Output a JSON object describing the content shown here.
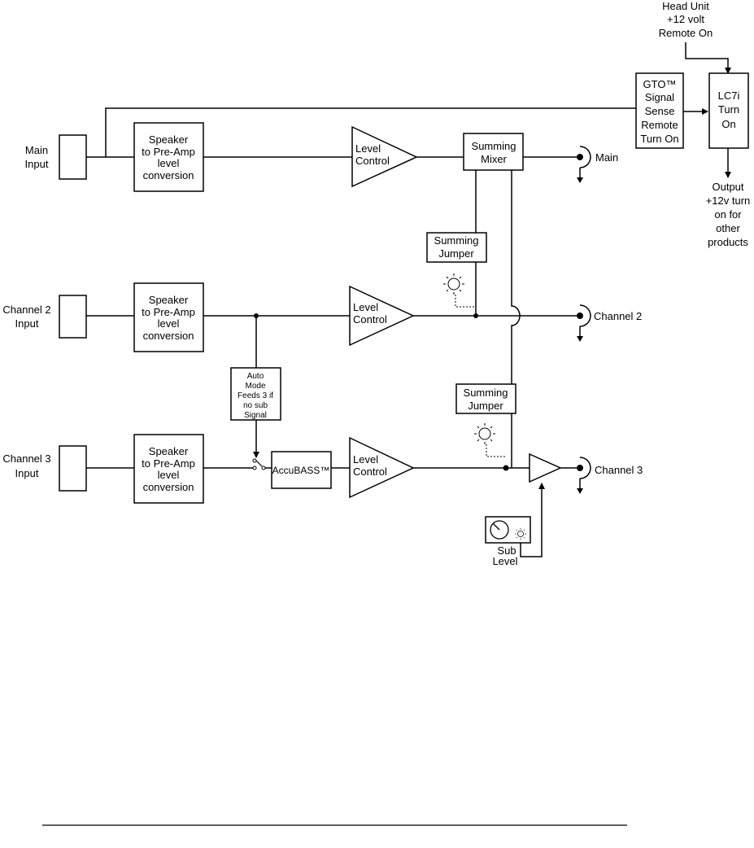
{
  "head_unit": {
    "lines": [
      "Head Unit",
      "+12 volt",
      "Remote On"
    ]
  },
  "gto_box": {
    "lines": [
      "GTO™",
      "Signal",
      "Sense",
      "Remote",
      "Turn On"
    ]
  },
  "lc7i_box": {
    "lines": [
      "LC7i",
      "Turn",
      "On"
    ]
  },
  "output_note": {
    "lines": [
      "Output",
      "+12v turn",
      "on for",
      "other",
      "products"
    ]
  },
  "main_row": {
    "input_label": [
      "Main",
      "Input"
    ],
    "converter": [
      "Speaker",
      "to Pre-Amp",
      "level",
      "conversion"
    ],
    "level_control": [
      "Level",
      "Control"
    ],
    "mixer": [
      "Summing",
      "Mixer"
    ],
    "output_label": "Main"
  },
  "channel2_row": {
    "input_label": [
      "Channel 2",
      "Input"
    ],
    "converter": [
      "Speaker",
      "to Pre-Amp",
      "level",
      "conversion"
    ],
    "level_control": [
      "Level",
      "Control"
    ],
    "output_label": "Channel 2"
  },
  "channel3_row": {
    "input_label": [
      "Channel 3",
      "Input"
    ],
    "converter": [
      "Speaker",
      "to Pre-Amp",
      "level",
      "conversion"
    ],
    "accubass": "AccuBASS™",
    "level_control": [
      "Level",
      "Control"
    ],
    "output_label": "Channel 3"
  },
  "jumper_upper": [
    "Summing",
    "Jumper"
  ],
  "jumper_lower": [
    "Summing",
    "Jumper"
  ],
  "auto_mode": [
    "Auto",
    "Mode",
    "Feeds 3 if",
    "no sub",
    "Signal"
  ],
  "sub_level": [
    "Sub",
    "Level"
  ]
}
